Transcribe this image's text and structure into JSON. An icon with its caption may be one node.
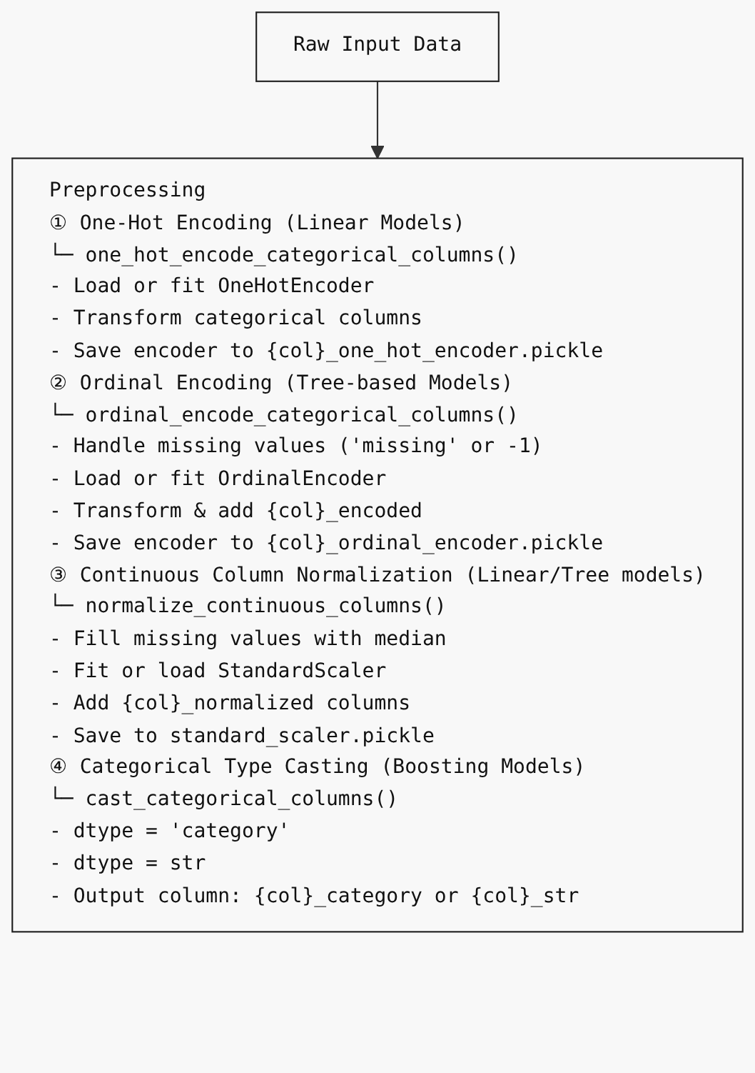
{
  "diagram": {
    "nodes": [
      {
        "text": [
          "Raw Input Data"
        ]
      },
      {
        "text": [
          "Preprocessing",
          "① One-Hot Encoding (Linear Models)",
          "└─ one_hot_encode_categorical_columns()",
          "- Load or fit OneHotEncoder",
          "- Transform categorical columns",
          "- Save encoder to {col}_one_hot_encoder.pickle",
          "② Ordinal Encoding (Tree-based Models)",
          "└─ ordinal_encode_categorical_columns()",
          "- Handle missing values ('missing' or -1)",
          "- Load or fit OrdinalEncoder",
          "- Transform & add {col}_encoded",
          "- Save encoder to {col}_ordinal_encoder.pickle",
          "③ Continuous Column Normalization (Linear/Tree models)",
          "└─ normalize_continuous_columns()",
          "- Fill missing values with median",
          "- Fit or load StandardScaler",
          "- Add {col}_normalized columns",
          "- Save to standard_scaler.pickle",
          "④ Categorical Type Casting (Boosting Models)",
          "└─ cast_categorical_columns()",
          "- dtype = 'category'",
          "- dtype = str",
          "- Output column: {col}_category or {col}_str"
        ]
      }
    ],
    "edges": [
      {
        "from": 0,
        "to": 1,
        "arrow": "to"
      }
    ]
  }
}
